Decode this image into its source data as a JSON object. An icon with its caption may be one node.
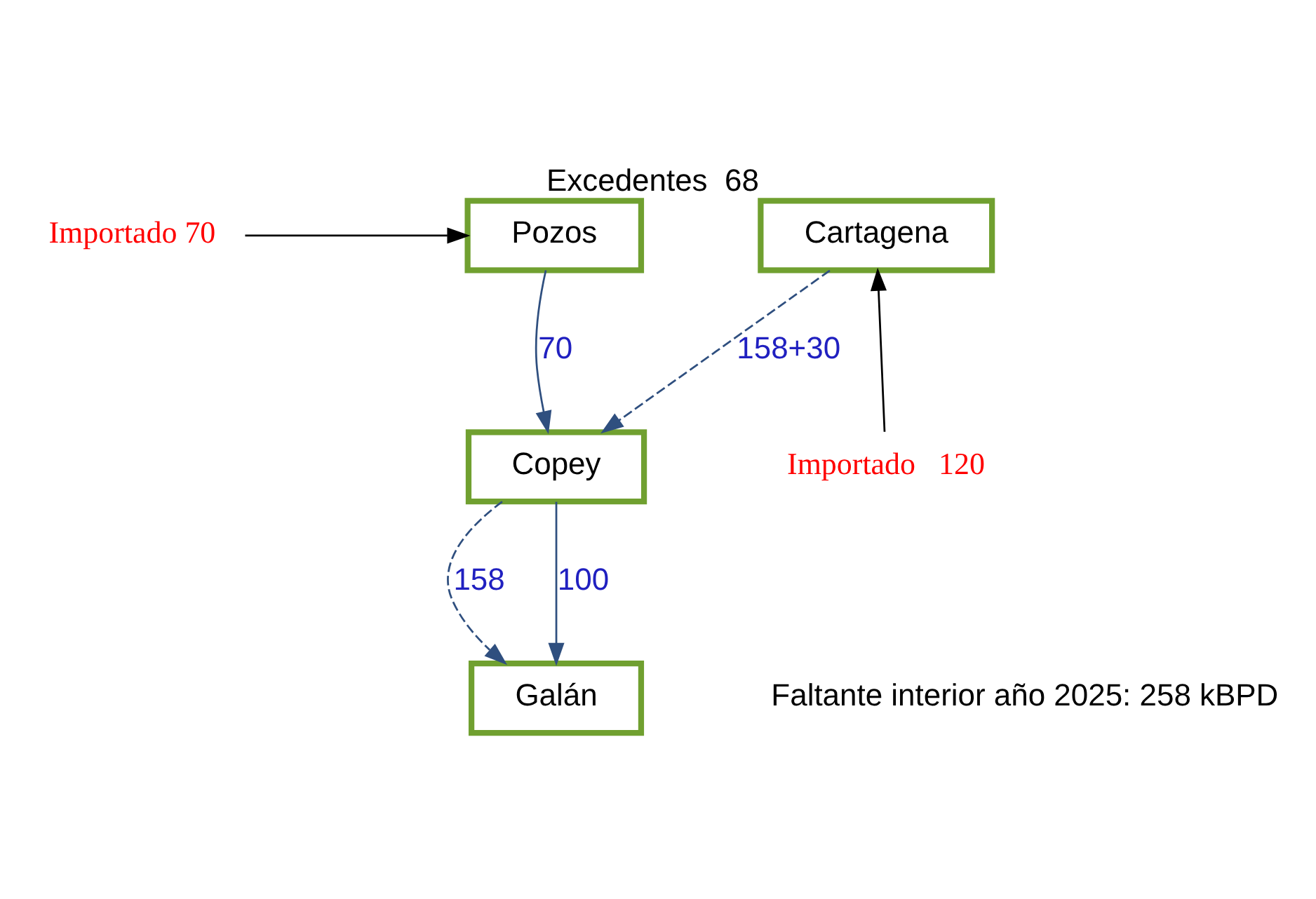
{
  "diagram": {
    "nodes": [
      {
        "text": [
          "Pozos"
        ]
      },
      {
        "text": [
          "Cartagena"
        ],
        "beside": [
          "Excedentes  68"
        ]
      },
      {
        "text": [
          "Copey"
        ]
      },
      {
        "text": [
          "Galán"
        ]
      },
      {
        "text": [
          "Importado 70"
        ]
      },
      {
        "text": [
          "Importado   120"
        ]
      }
    ],
    "edges": [
      {
        "from": 4,
        "to": 0,
        "arrow": "to",
        "color": "#000000"
      },
      {
        "from": 5,
        "to": 1,
        "arrow": "to",
        "color": "#000000"
      },
      {
        "from": 1,
        "to": 2,
        "arrow": "to",
        "label": "158+30",
        "style": "dashed"
      },
      {
        "from": 0,
        "to": 2,
        "arrow": "to",
        "label": "70"
      },
      {
        "from": 2,
        "to": 3,
        "arrow": "to",
        "label": "158",
        "style": "dashed"
      },
      {
        "from": 2,
        "to": 3,
        "arrow": "to",
        "label": "100"
      }
    ],
    "labels": [
      "Faltante interior año 2025: 258 kBPD"
    ]
  }
}
